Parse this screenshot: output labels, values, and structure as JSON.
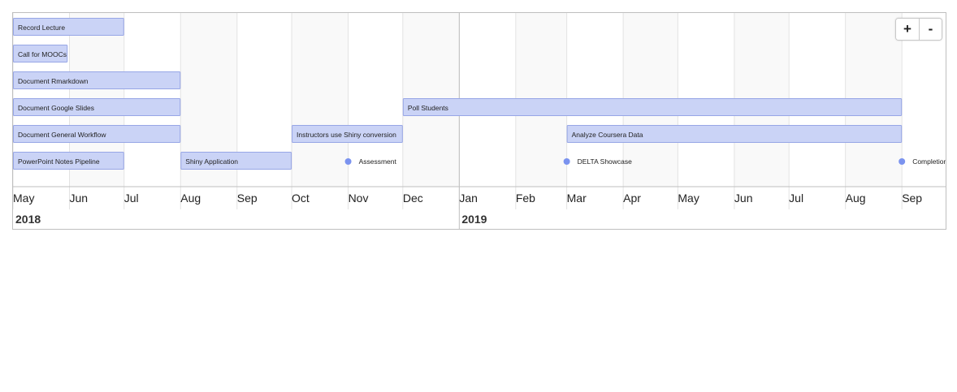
{
  "zoom": {
    "in_label": "+",
    "out_label": "-"
  },
  "colors": {
    "bar_fill": "#cad3f6",
    "bar_stroke": "#97a6e6",
    "point": "#7b93ef",
    "weekend": "#f9f9f9",
    "grid": "#e3e3e3",
    "major_grid": "#bfbfbf",
    "text": "#222222"
  },
  "chart_data": {
    "type": "timeline",
    "range": [
      "2018-05-01",
      "2019-09-25"
    ],
    "months": [
      "May",
      "Jun",
      "Jul",
      "Aug",
      "Sep",
      "Oct",
      "Nov",
      "Dec",
      "Jan",
      "Feb",
      "Mar",
      "Apr",
      "May",
      "Jun",
      "Jul",
      "Aug",
      "Sep"
    ],
    "years": [
      "2018",
      "2019"
    ],
    "items": [
      {
        "label": "Record Lecture",
        "type": "range",
        "start": "2018-05-01",
        "end": "2018-07-01",
        "row": 0
      },
      {
        "label": "Call for MOOCs",
        "type": "range",
        "start": "2018-05-01",
        "end": "2018-05-31",
        "row": 1
      },
      {
        "label": "Document Rmarkdown",
        "type": "range",
        "start": "2018-05-01",
        "end": "2018-08-01",
        "row": 2
      },
      {
        "label": "Document Google Slides",
        "type": "range",
        "start": "2018-05-01",
        "end": "2018-08-01",
        "row": 3
      },
      {
        "label": "Poll Students",
        "type": "range",
        "start": "2018-12-01",
        "end": "2019-09-01",
        "row": 3
      },
      {
        "label": "Document General Workflow",
        "type": "range",
        "start": "2018-05-01",
        "end": "2018-08-01",
        "row": 4
      },
      {
        "label": "Instructors use Shiny conversion",
        "type": "range",
        "start": "2018-10-01",
        "end": "2018-12-01",
        "row": 4
      },
      {
        "label": "Analyze Coursera Data",
        "type": "range",
        "start": "2019-03-01",
        "end": "2019-09-01",
        "row": 4
      },
      {
        "label": "PowerPoint Notes Pipeline",
        "type": "range",
        "start": "2018-05-01",
        "end": "2018-07-01",
        "row": 5
      },
      {
        "label": "Shiny Application",
        "type": "range",
        "start": "2018-08-01",
        "end": "2018-10-01",
        "row": 5
      },
      {
        "label": "Assessment",
        "type": "point",
        "start": "2018-11-01",
        "row": 5
      },
      {
        "label": "DELTA Showcase",
        "type": "point",
        "start": "2019-03-01",
        "row": 5
      },
      {
        "label": "Completion",
        "type": "point",
        "start": "2019-09-01",
        "row": 5
      }
    ]
  }
}
